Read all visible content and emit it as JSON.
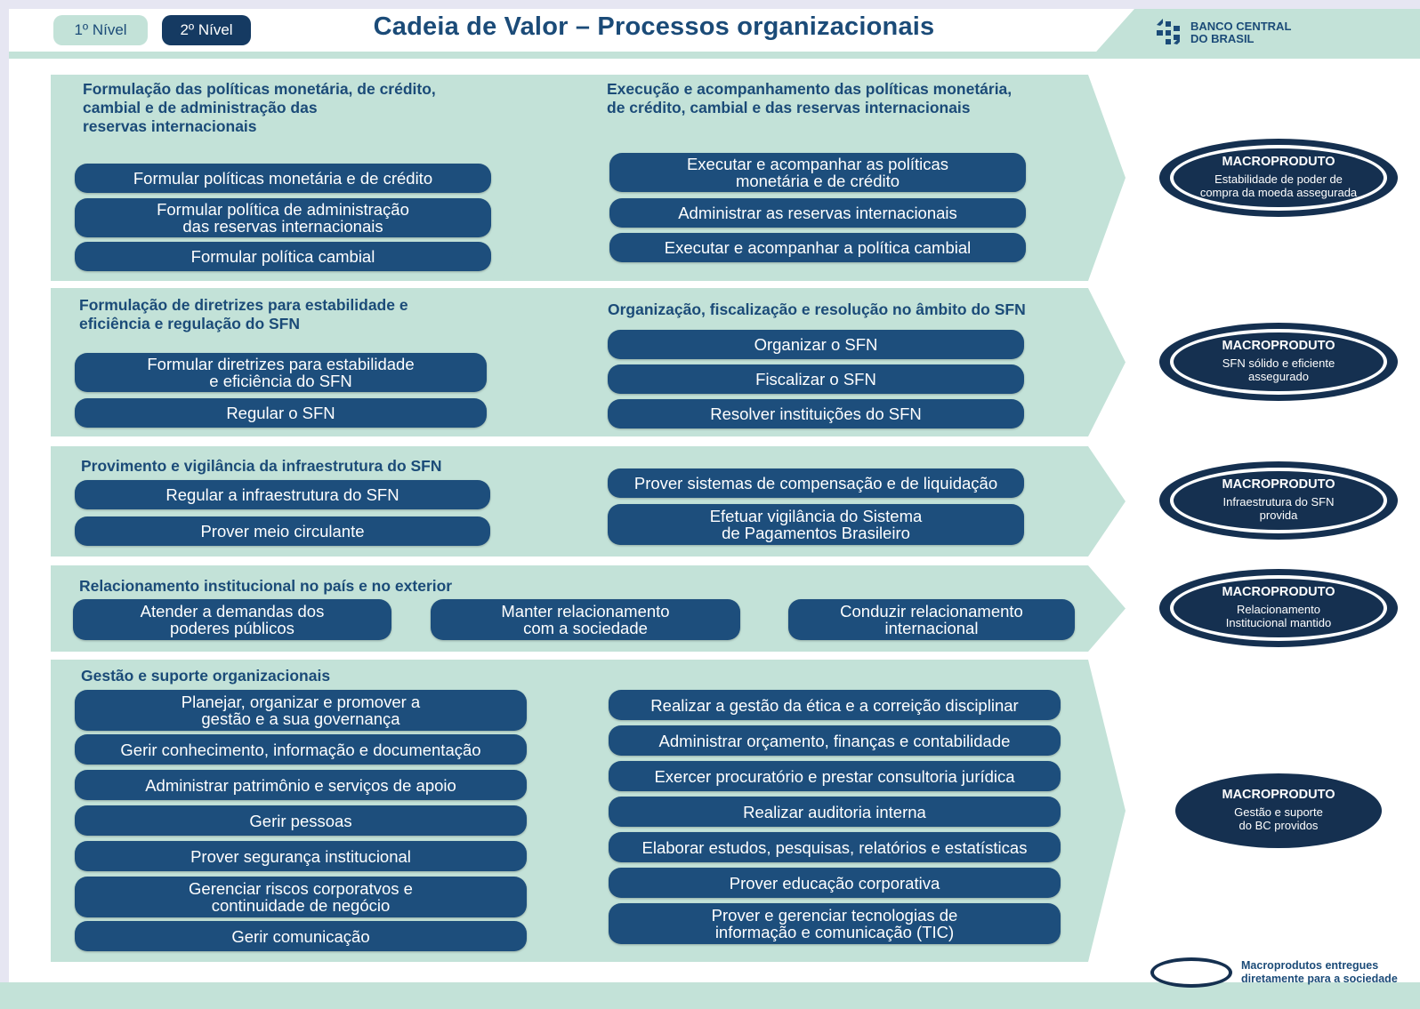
{
  "header": {
    "level1": "1º Nível",
    "level2": "2º Nível",
    "title": "Cadeia de Valor – Processos organizacionais",
    "logo_line1": "BANCO CENTRAL",
    "logo_line2": "DO BRASIL"
  },
  "rows": [
    {
      "left_title": [
        "Formulação das políticas monetária, de crédito,",
        "cambial e de administração das",
        "reservas internacionais"
      ],
      "left_items": [
        [
          "Formular políticas monetária e de crédito"
        ],
        [
          "Formular política de administração",
          "das reservas internacionais"
        ],
        [
          "Formular política cambial"
        ]
      ],
      "right_title": [
        "Execução e acompanhamento das políticas monetária,",
        "de crédito, cambial e das reservas internacionais"
      ],
      "right_items": [
        [
          "Executar e acompanhar as políticas",
          "monetária e de crédito"
        ],
        [
          "Administrar as reservas internacionais"
        ],
        [
          "Executar e acompanhar a política cambial"
        ]
      ]
    },
    {
      "left_title": [
        "Formulação de diretrizes para estabilidade e",
        "eficiência e regulação do SFN"
      ],
      "left_items": [
        [
          "Formular diretrizes para estabilidade",
          "e eficiência do SFN"
        ],
        [
          "Regular o SFN"
        ]
      ],
      "right_title": [
        "Organização, fiscalização e resolução no âmbito do SFN"
      ],
      "right_items": [
        [
          "Organizar o SFN"
        ],
        [
          "Fiscalizar o SFN"
        ],
        [
          "Resolver instituições do SFN"
        ]
      ]
    },
    {
      "title": [
        "Provimento e vigilância da infraestrutura do SFN"
      ],
      "left_items": [
        [
          "Regular a infraestrutura do SFN"
        ],
        [
          "Prover meio circulante"
        ]
      ],
      "right_items": [
        [
          "Prover sistemas de compensação e de liquidação"
        ],
        [
          "Efetuar vigilância do Sistema",
          "de Pagamentos Brasileiro"
        ]
      ]
    },
    {
      "title": [
        "Relacionamento institucional no país e no exterior"
      ],
      "items": [
        [
          "Atender a demandas dos",
          "poderes públicos"
        ],
        [
          "Manter relacionamento",
          "com a sociedade"
        ],
        [
          "Conduzir relacionamento",
          "internacional"
        ]
      ]
    },
    {
      "title": [
        "Gestão e suporte organizacionais"
      ],
      "left_items": [
        [
          "Planejar, organizar e promover a",
          "gestão e a sua governança"
        ],
        [
          "Gerir conhecimento, informação e documentação"
        ],
        [
          "Administrar patrimônio e serviços de apoio"
        ],
        [
          "Gerir pessoas"
        ],
        [
          "Prover segurança institucional"
        ],
        [
          "Gerenciar riscos corporatvos e",
          "continuidade de negócio"
        ],
        [
          "Gerir comunicação"
        ]
      ],
      "right_items": [
        [
          "Realizar a gestão da ética e a correição disciplinar"
        ],
        [
          "Administrar orçamento, finanças e contabilidade"
        ],
        [
          "Exercer procuratório e prestar consultoria jurídica"
        ],
        [
          "Realizar auditoria interna"
        ],
        [
          "Elaborar estudos, pesquisas, relatórios e estatísticas"
        ],
        [
          "Prover educação corporativa"
        ],
        [
          "Prover e gerenciar tecnologias de",
          "informação e comunicação (TIC)"
        ]
      ]
    }
  ],
  "macroproducts": [
    {
      "label": "MACROPRODUTO",
      "desc": [
        "Estabilidade de poder de",
        "compra da moeda assegurada"
      ],
      "direct": true
    },
    {
      "label": "MACROPRODUTO",
      "desc": [
        "SFN sólido e eficiente",
        "assegurado"
      ],
      "direct": true
    },
    {
      "label": "MACROPRODUTO",
      "desc": [
        "Infraestrutura do SFN",
        "provida"
      ],
      "direct": true
    },
    {
      "label": "MACROPRODUTO",
      "desc": [
        "Relacionamento",
        "Institucional mantido"
      ],
      "direct": true
    },
    {
      "label": "MACROPRODUTO",
      "desc": [
        "Gestão e suporte",
        "do BC providos"
      ],
      "direct": false
    }
  ],
  "legend": [
    "Macroprodutos entregues",
    "diretamente para a sociedade"
  ],
  "colors": {
    "band": "#c3e2d8",
    "pill": "#1d4e7c",
    "title": "#1b4b78",
    "ellipse": "#153050"
  }
}
